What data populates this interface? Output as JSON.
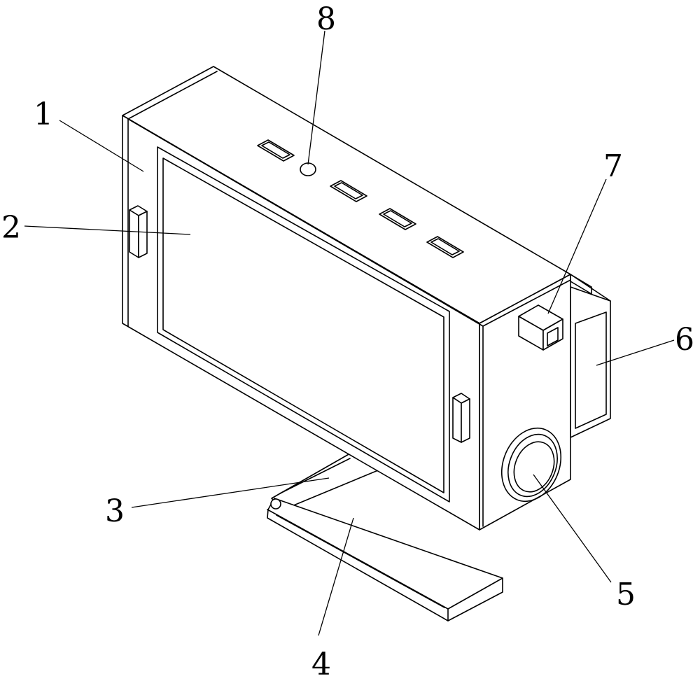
{
  "callouts": {
    "housing": "1",
    "screen": "2",
    "stand_arm": "3",
    "base_plate": "4",
    "speaker": "5",
    "side_box": "6",
    "camera": "7",
    "top_button": "8"
  },
  "colors": {
    "line": "#000000",
    "background": "#ffffff"
  }
}
